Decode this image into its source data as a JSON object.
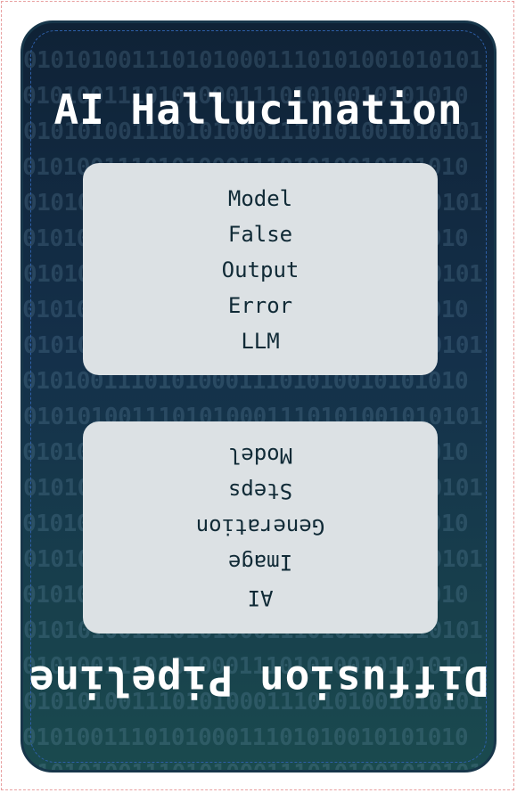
{
  "title_top": "AI Hallucination",
  "title_bottom": "Diffusion Pipeline",
  "top_panel_words": [
    "Model",
    "False",
    "Output",
    "Error",
    "LLM"
  ],
  "bottom_panel_words": [
    "AI",
    "Image",
    "Generation",
    "Steps",
    "Model"
  ],
  "background_binary": [
    "0101010011101010001110101001010101",
    "1010100111010100011101010010101010",
    "0101010011101010001110101001010101",
    "1010100111010100011101010010101010",
    "0101010011101010001110101001010101",
    "1010100111010100011101010010101010",
    "0101010011101010001110101001010101",
    "1010100111010100011101010010101010",
    "0101010011101010001110101001010101",
    "1010100111010100011101010010101010",
    "0101010011101010001110101001010101",
    "1010100111010100011101010010101010",
    "0101010011101010001110101001010101",
    "1010100111010100011101010010101010",
    "0101010011101010001110101001010101",
    "1010100111010100011101010010101010",
    "0101010011101010001110101001010101",
    "1010100111010100011101010010101010",
    "0101010011101010001110101001010101",
    "1010100111010100011101010010101010",
    "0101010011101010001110101001010101"
  ],
  "colors": {
    "card_top": "#0f2236",
    "card_bottom": "#1a4a4e",
    "panel": "#dce1e4",
    "text_dark": "#102a36",
    "title": "#ffffff"
  }
}
